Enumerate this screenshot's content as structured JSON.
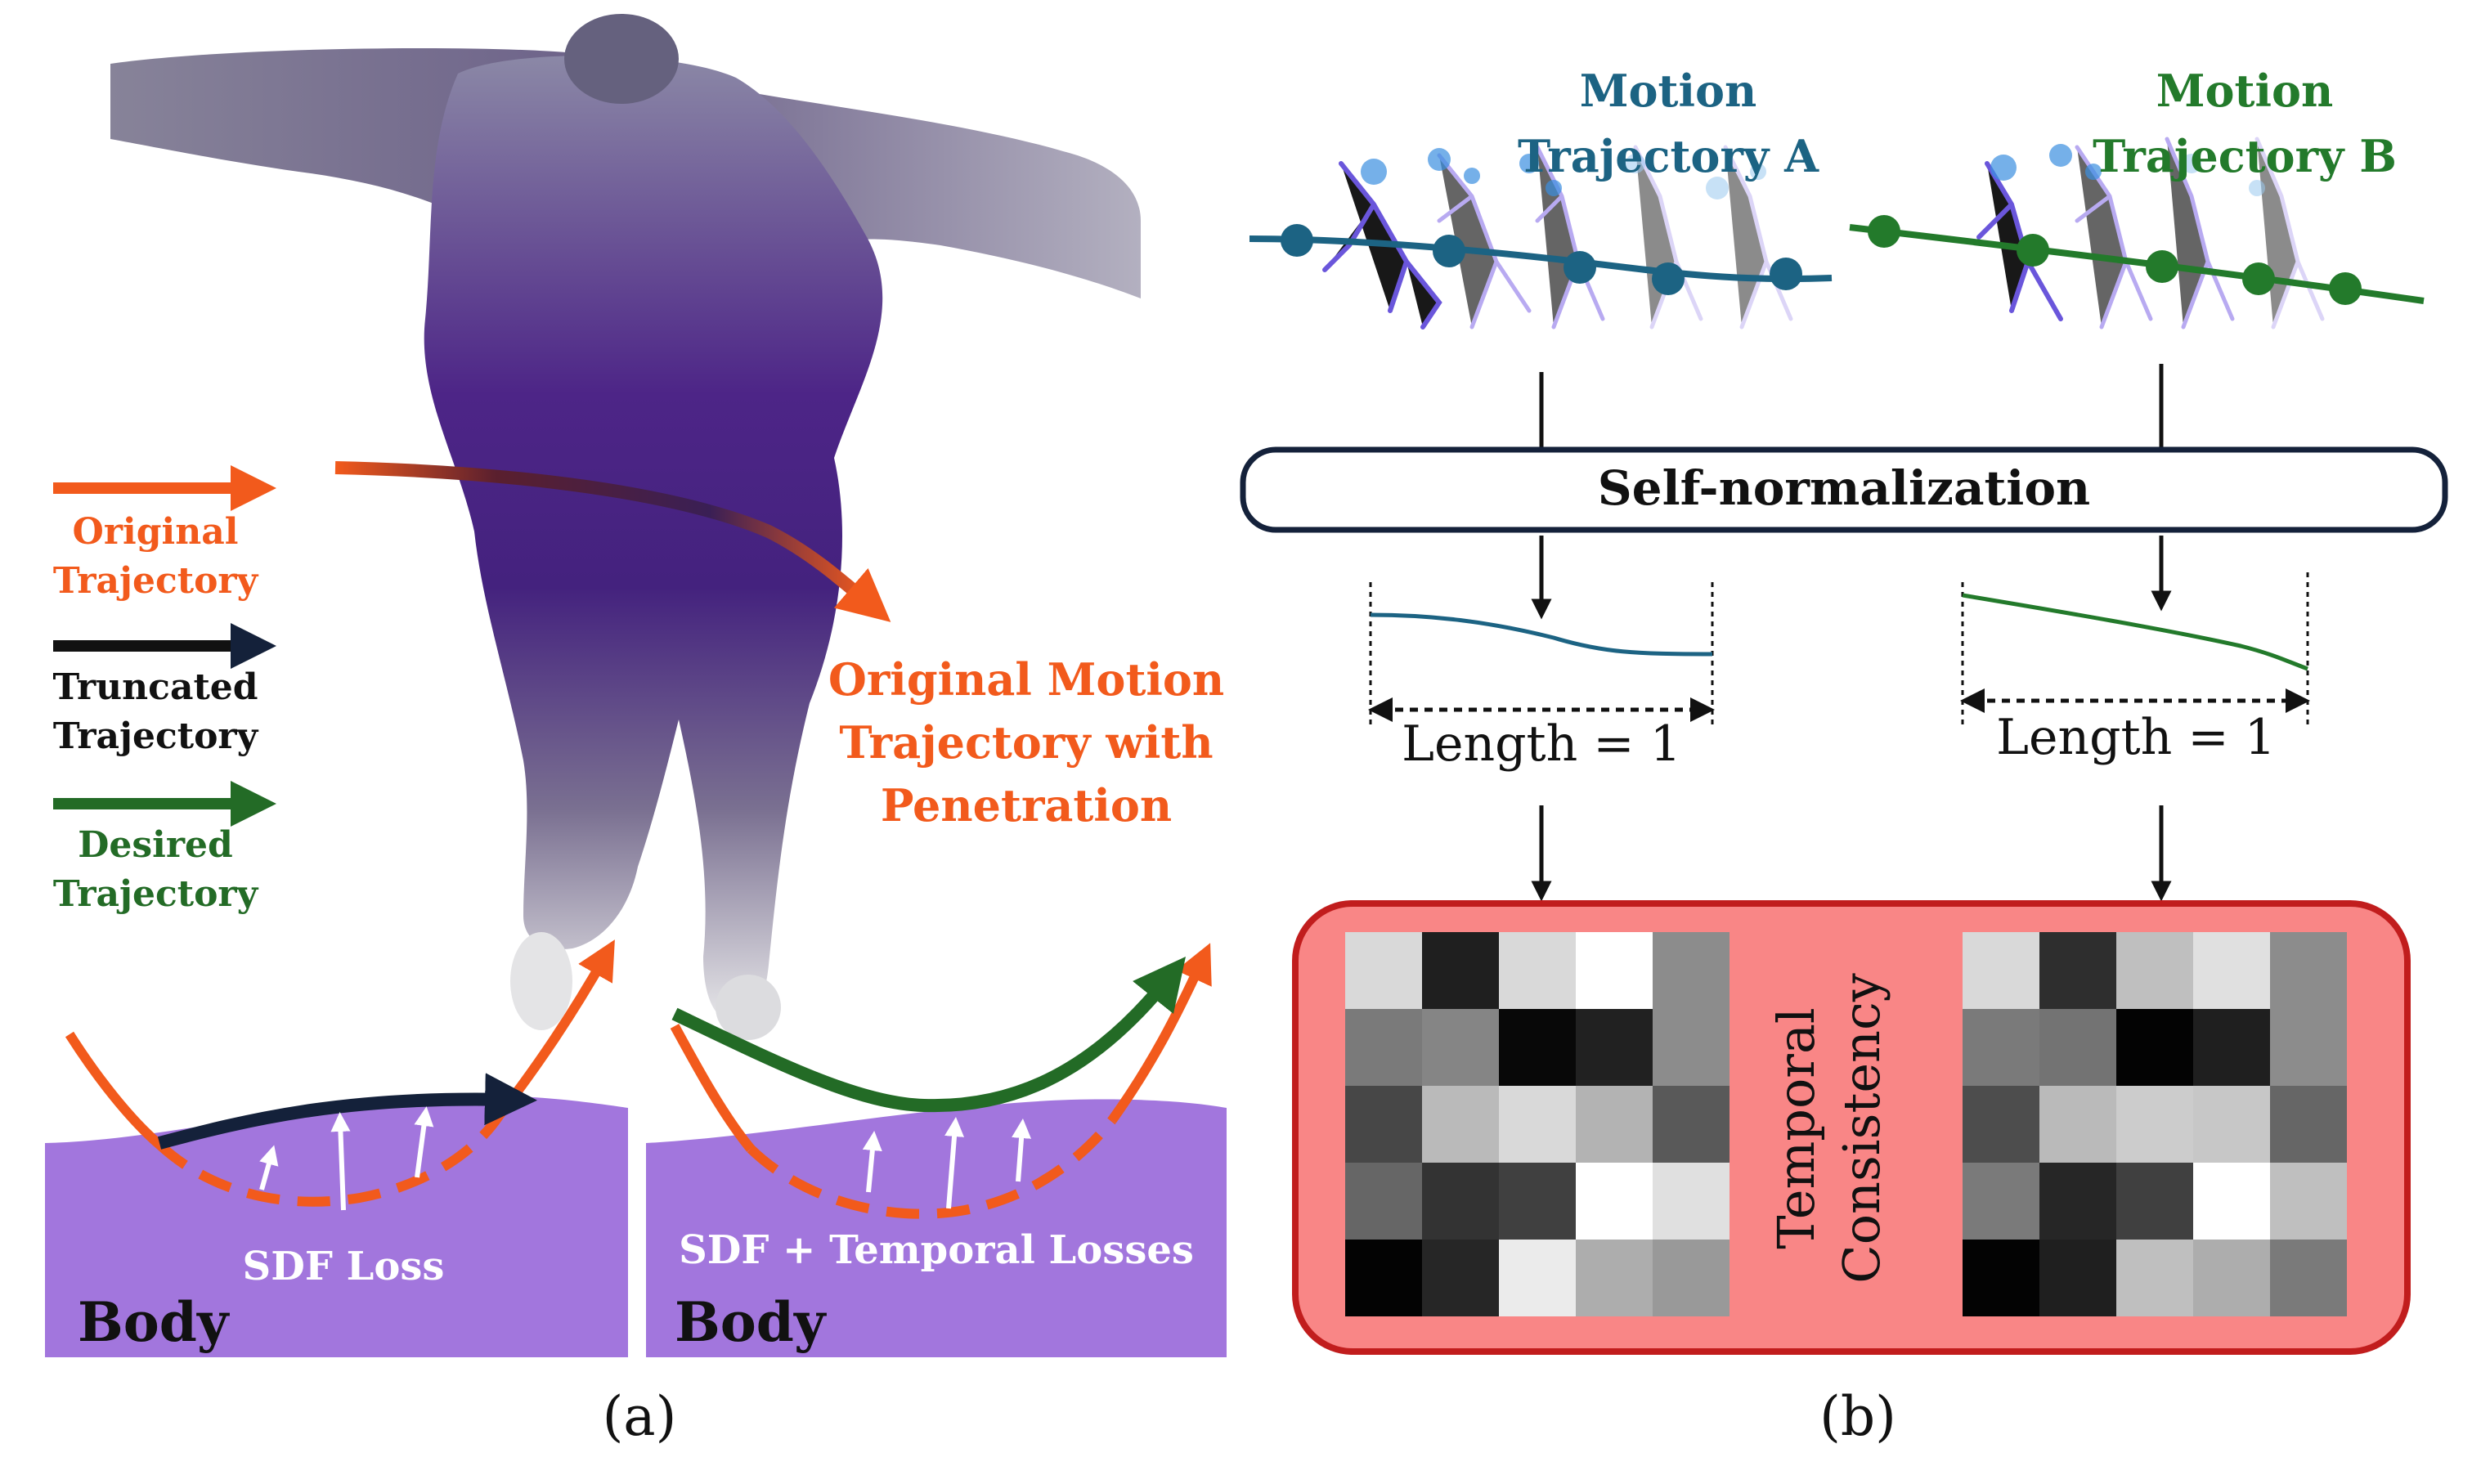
{
  "colors": {
    "orange": "#f25a1c",
    "black": "#14213a",
    "green": "#236b26",
    "blue_traj": "#1c6383",
    "green_traj": "#237a2b",
    "body_purple": "#a276dd",
    "consistency_fill": "#f98686",
    "consistency_border": "#c11d1d"
  },
  "panel_a": {
    "legend": [
      {
        "id": "original",
        "line1": "Original",
        "line2": "Trajectory",
        "color": "#f25a1c"
      },
      {
        "id": "truncated",
        "line1": "Truncated",
        "line2": "Trajectory",
        "color": "#111111"
      },
      {
        "id": "desired",
        "line1": "Desired",
        "line2": "Trajectory",
        "color": "#236b26"
      }
    ],
    "annotation": {
      "line1": "Original Motion",
      "line2": "Trajectory with",
      "line3": "Penetration"
    },
    "sdf_label": "SDF Loss",
    "sdf_temporal_label": "SDF + Temporal Losses",
    "body_label": "Body",
    "caption": "(a)"
  },
  "panel_b": {
    "trajectory_a": {
      "line1": "Motion",
      "line2": "Trajectory A",
      "color": "#1c6383"
    },
    "trajectory_b": {
      "line1": "Motion",
      "line2": "Trajectory B",
      "color": "#237a2b"
    },
    "self_norm_label": "Self-normalization",
    "length_label": "Length = 1",
    "consistency": {
      "line1": "Temporal",
      "line2": "Consistency"
    },
    "matrix_a": [
      [
        0.85,
        0.12,
        0.85,
        1.0,
        0.55
      ],
      [
        0.48,
        0.52,
        0.03,
        0.13,
        0.55
      ],
      [
        0.28,
        0.73,
        0.85,
        0.7,
        0.35
      ],
      [
        0.4,
        0.2,
        0.25,
        1.0,
        0.88
      ],
      [
        0.01,
        0.15,
        0.92,
        0.68,
        0.6
      ]
    ],
    "matrix_b": [
      [
        0.85,
        0.18,
        0.75,
        0.88,
        0.55
      ],
      [
        0.48,
        0.45,
        0.01,
        0.12,
        0.55
      ],
      [
        0.3,
        0.73,
        0.8,
        0.78,
        0.4
      ],
      [
        0.48,
        0.15,
        0.25,
        1.0,
        0.75
      ],
      [
        0.01,
        0.12,
        0.75,
        0.68,
        0.48
      ]
    ],
    "caption": "(b)"
  }
}
